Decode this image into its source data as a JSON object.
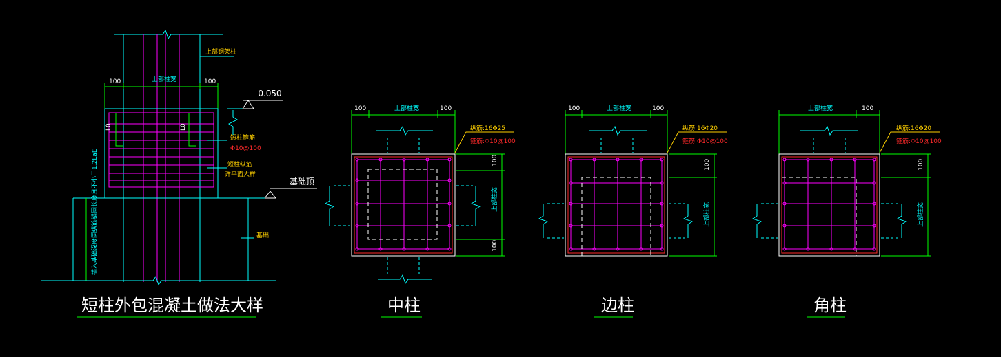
{
  "titles": {
    "detail": "短柱外包混凝土做法大样"
  },
  "elevation": {
    "upper_steel_column": "上部钢架柱",
    "dim_left": "100",
    "dim_center": "上部柱宽",
    "dim_right": "100",
    "l0": "L0",
    "level": "-0.050",
    "stirrup_label": "短柱箍筋",
    "stirrup_spec": "Φ10@100",
    "long_bar_label": "短柱纵筋",
    "see_plan": "详平面大样",
    "foundation_top": "基础顶",
    "foundation": "基础",
    "embed_note": "插入基础深度同纵筋锚固长度且不小于1.2LaE"
  },
  "sections": [
    {
      "title": "中柱",
      "dim_left": "100",
      "dim_center": "上部柱宽",
      "dim_right": "100",
      "long_bars": "纵筋:16Φ25",
      "stirrups": "箍筋:Φ10@100"
    },
    {
      "title": "边柱",
      "dim_left": "100",
      "dim_center": "上部柱宽",
      "dim_right": "100",
      "long_bars": "纵筋:16Φ20",
      "stirrups": "箍筋:Φ10@100"
    },
    {
      "title": "角柱",
      "dim_center": "上部柱宽",
      "dim_right": "100",
      "long_bars": "纵筋:16Φ20",
      "stirrups": "箍筋:Φ10@100"
    }
  ],
  "colors": {
    "background": "#000000",
    "outline": "#ffffff",
    "dimension": "#00ff00",
    "break_line": "#00ffff",
    "rebar": "#ff00ff",
    "cover": "#ff2a2a",
    "label": "#ffd000"
  }
}
